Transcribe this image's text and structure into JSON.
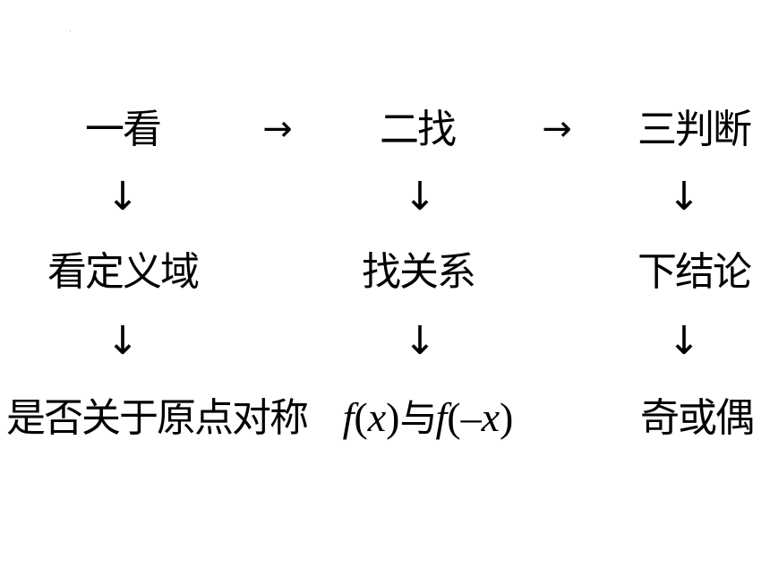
{
  "steps": [
    {
      "title": "一看",
      "action": "看定义域",
      "detail": "是否关于原点对称"
    },
    {
      "title": "二找",
      "action": "找关系",
      "detail_math": {
        "f1": "f",
        "x1": "x",
        "connector": "与",
        "f2": "f",
        "x2": "–x"
      }
    },
    {
      "title": "三判断",
      "action": "下结论",
      "detail": "奇或偶"
    }
  ],
  "arrows": {
    "right": "→",
    "down": "↓"
  }
}
